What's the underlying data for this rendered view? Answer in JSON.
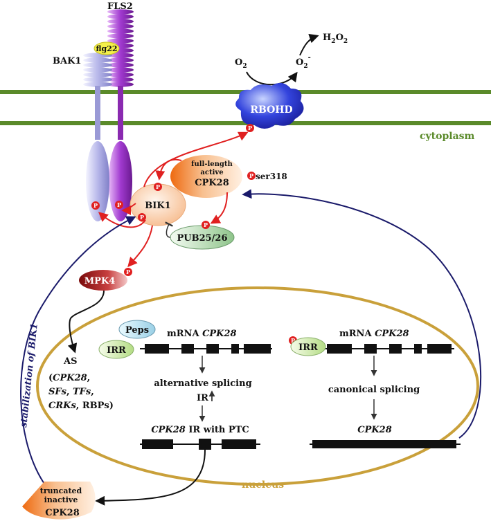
{
  "receptors": {
    "fls2": "FLS2",
    "bak1": "BAK1",
    "flg22": "flg22"
  },
  "ros": {
    "o2": "O",
    "o2_sub": "2",
    "o2r": "O",
    "o2r_sub": "2",
    "o2r_sup": "-",
    "h2o2_h": "H",
    "h2o2_sub1": "2",
    "h2o2_o": "O",
    "h2o2_sub2": "2"
  },
  "rbohd": "RBOHD",
  "cytoplasm": "cytoplasm",
  "phospho": "P",
  "cpk28_active": {
    "line1": "full-length",
    "line2": "active",
    "line3": "CPK28",
    "site": "ser318"
  },
  "bik1": "BIK1",
  "pub": "PUB25/26",
  "mpk4": "MPK4",
  "as_block": {
    "line1": "AS",
    "line2_a": "(",
    "line2_b": "CPK28",
    "line2_c": ",",
    "line3_a": "SFs",
    "line3_b": ", ",
    "line3_c": "TFs",
    "line3_d": ",",
    "line4_a": "CRKs",
    "line4_b": ", RBPs)"
  },
  "stabilization": "stabilization of BIK1",
  "peps": "Peps",
  "irr": "IRR",
  "left_gene": {
    "mrna": "mRNA ",
    "name": "CPK28",
    "step": "alternative splicing",
    "ir": "IR",
    "out_a": "CPK28",
    "out_b": " IR with PTC"
  },
  "right_gene": {
    "mrna": "mRNA ",
    "name": "CPK28",
    "step": "canonical splicing",
    "out": "CPK28"
  },
  "nucleus": "nucleus",
  "cpk28_truncated": {
    "line1": "truncated",
    "line2": "inactive",
    "line3": "CPK28"
  },
  "colors": {
    "membrane": "#5a8a2a",
    "nucleus": "#c9a03a",
    "arrow_red": "#e02020",
    "arrow_navy": "#1a1a6a",
    "rbohd": "#2233cc",
    "cpk28": "#ee7a20",
    "fls2": "#9a30c0",
    "bak1": "#a8a8e0",
    "mpk4": "#b02020"
  }
}
